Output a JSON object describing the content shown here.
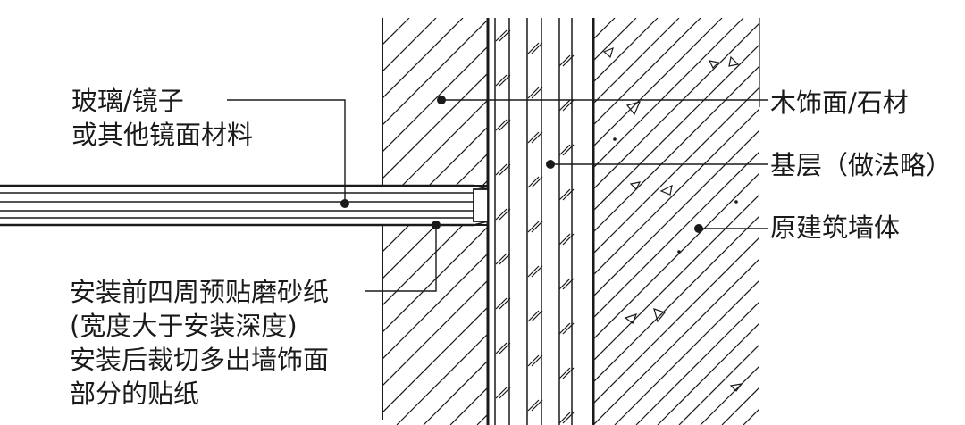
{
  "diagram": {
    "labels": {
      "glass_line1": "玻璃/镜子",
      "glass_line2": "或其他镜面材料",
      "wood_stone": "木饰面/石材",
      "base_layer": "基层（做法略）",
      "original_wall": "原建筑墙体",
      "sand_line1": "安装前四周预贴磨砂纸",
      "sand_line2": "(宽度大于安装深度)",
      "sand_line3": "安装后裁切多出墙饰面",
      "sand_line4": "部分的贴纸"
    },
    "colors": {
      "ink": "#1a1a1a",
      "background": "#ffffff"
    }
  }
}
